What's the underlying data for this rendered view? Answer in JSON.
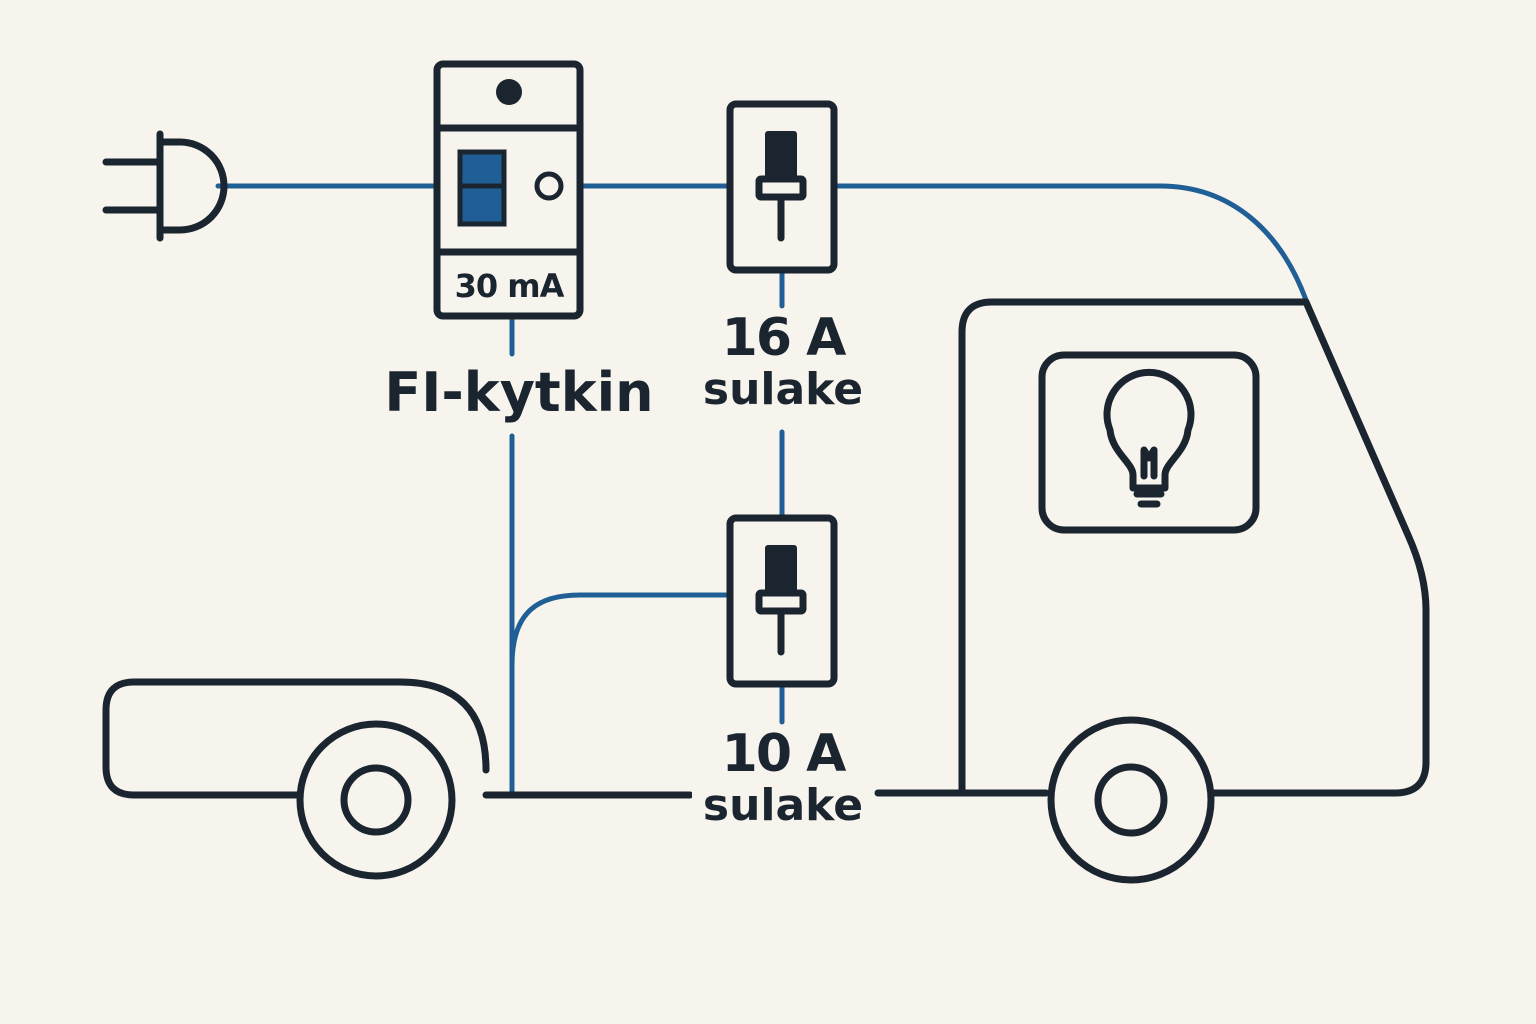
{
  "labels": {
    "rcd_rating": "30 mA",
    "rcd_name": "FI-kytkin",
    "fuse_main_amps": "16 A",
    "fuse_main_word": "sulake",
    "fuse_branch_amps": "10 A",
    "fuse_branch_word": "sulake"
  },
  "colors": {
    "background": "#f7f4ee",
    "ink": "#1b2530",
    "wire": "#1f5f95",
    "rcd_toggle": "#1f5f95"
  },
  "icons": [
    "plug-icon",
    "rcd-breaker-icon",
    "fuse-icon",
    "light-bulb-icon",
    "trailer-icon",
    "camper-van-icon",
    "wheel-icon"
  ]
}
